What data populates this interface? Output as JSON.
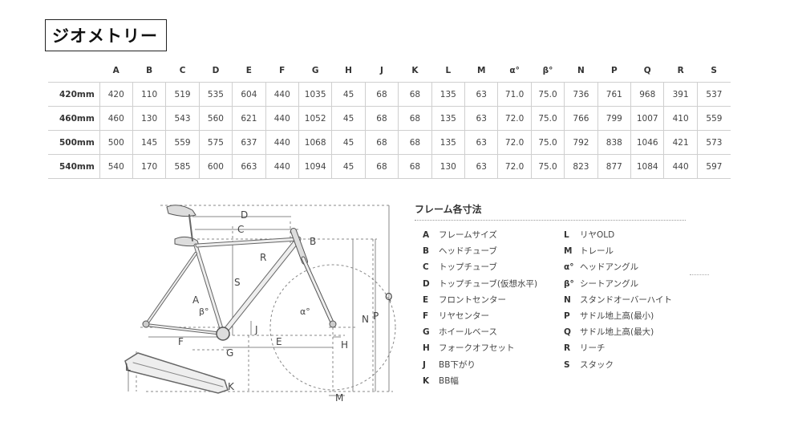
{
  "page_title": "ジオメトリー",
  "table": {
    "headers": [
      "",
      "A",
      "B",
      "C",
      "D",
      "E",
      "F",
      "G",
      "H",
      "J",
      "K",
      "L",
      "M",
      "α°",
      "β°",
      "N",
      "P",
      "Q",
      "R",
      "S"
    ],
    "rows": [
      {
        "size": "420mm",
        "values": [
          "420",
          "110",
          "519",
          "535",
          "604",
          "440",
          "1035",
          "45",
          "68",
          "68",
          "135",
          "63",
          "71.0",
          "75.0",
          "736",
          "761",
          "968",
          "391",
          "537"
        ]
      },
      {
        "size": "460mm",
        "values": [
          "460",
          "130",
          "543",
          "560",
          "621",
          "440",
          "1052",
          "45",
          "68",
          "68",
          "135",
          "63",
          "72.0",
          "75.0",
          "766",
          "799",
          "1007",
          "410",
          "559"
        ]
      },
      {
        "size": "500mm",
        "values": [
          "500",
          "145",
          "559",
          "575",
          "637",
          "440",
          "1068",
          "45",
          "68",
          "68",
          "135",
          "63",
          "72.0",
          "75.0",
          "792",
          "838",
          "1046",
          "421",
          "573"
        ]
      },
      {
        "size": "540mm",
        "values": [
          "540",
          "170",
          "585",
          "600",
          "663",
          "440",
          "1094",
          "45",
          "68",
          "68",
          "130",
          "63",
          "72.0",
          "75.0",
          "823",
          "877",
          "1084",
          "440",
          "597"
        ]
      }
    ]
  },
  "diagram": {
    "labels": {
      "A": "A",
      "B": "B",
      "C": "C",
      "D": "D",
      "E": "E",
      "F": "F",
      "G": "G",
      "H": "H",
      "J": "J",
      "K": "K",
      "L": "L",
      "M": "M",
      "N": "N",
      "P": "P",
      "Q": "Q",
      "R": "R",
      "S": "S",
      "alpha": "α°",
      "beta": "β°"
    }
  },
  "legend": {
    "title": "フレーム各寸法",
    "col1": [
      {
        "key": "A",
        "label": "フレームサイズ"
      },
      {
        "key": "B",
        "label": "ヘッドチューブ"
      },
      {
        "key": "C",
        "label": "トップチューブ"
      },
      {
        "key": "D",
        "label": "トップチューブ(仮想水平)"
      },
      {
        "key": "E",
        "label": "フロントセンター"
      },
      {
        "key": "F",
        "label": "リヤセンター"
      },
      {
        "key": "G",
        "label": "ホイールベース"
      },
      {
        "key": "H",
        "label": "フォークオフセット"
      },
      {
        "key": "J",
        "label": "BB下がり"
      },
      {
        "key": "K",
        "label": "BB幅"
      }
    ],
    "col2": [
      {
        "key": "L",
        "label": "リヤOLD"
      },
      {
        "key": "M",
        "label": "トレール"
      },
      {
        "key": "α°",
        "label": "ヘッドアングル"
      },
      {
        "key": "β°",
        "label": "シートアングル"
      },
      {
        "key": "N",
        "label": "スタンドオーバーハイト"
      },
      {
        "key": "P",
        "label": "サドル地上高(最小)"
      },
      {
        "key": "Q",
        "label": "サドル地上高(最大)"
      },
      {
        "key": "R",
        "label": "リーチ"
      },
      {
        "key": "S",
        "label": "スタック"
      }
    ]
  }
}
